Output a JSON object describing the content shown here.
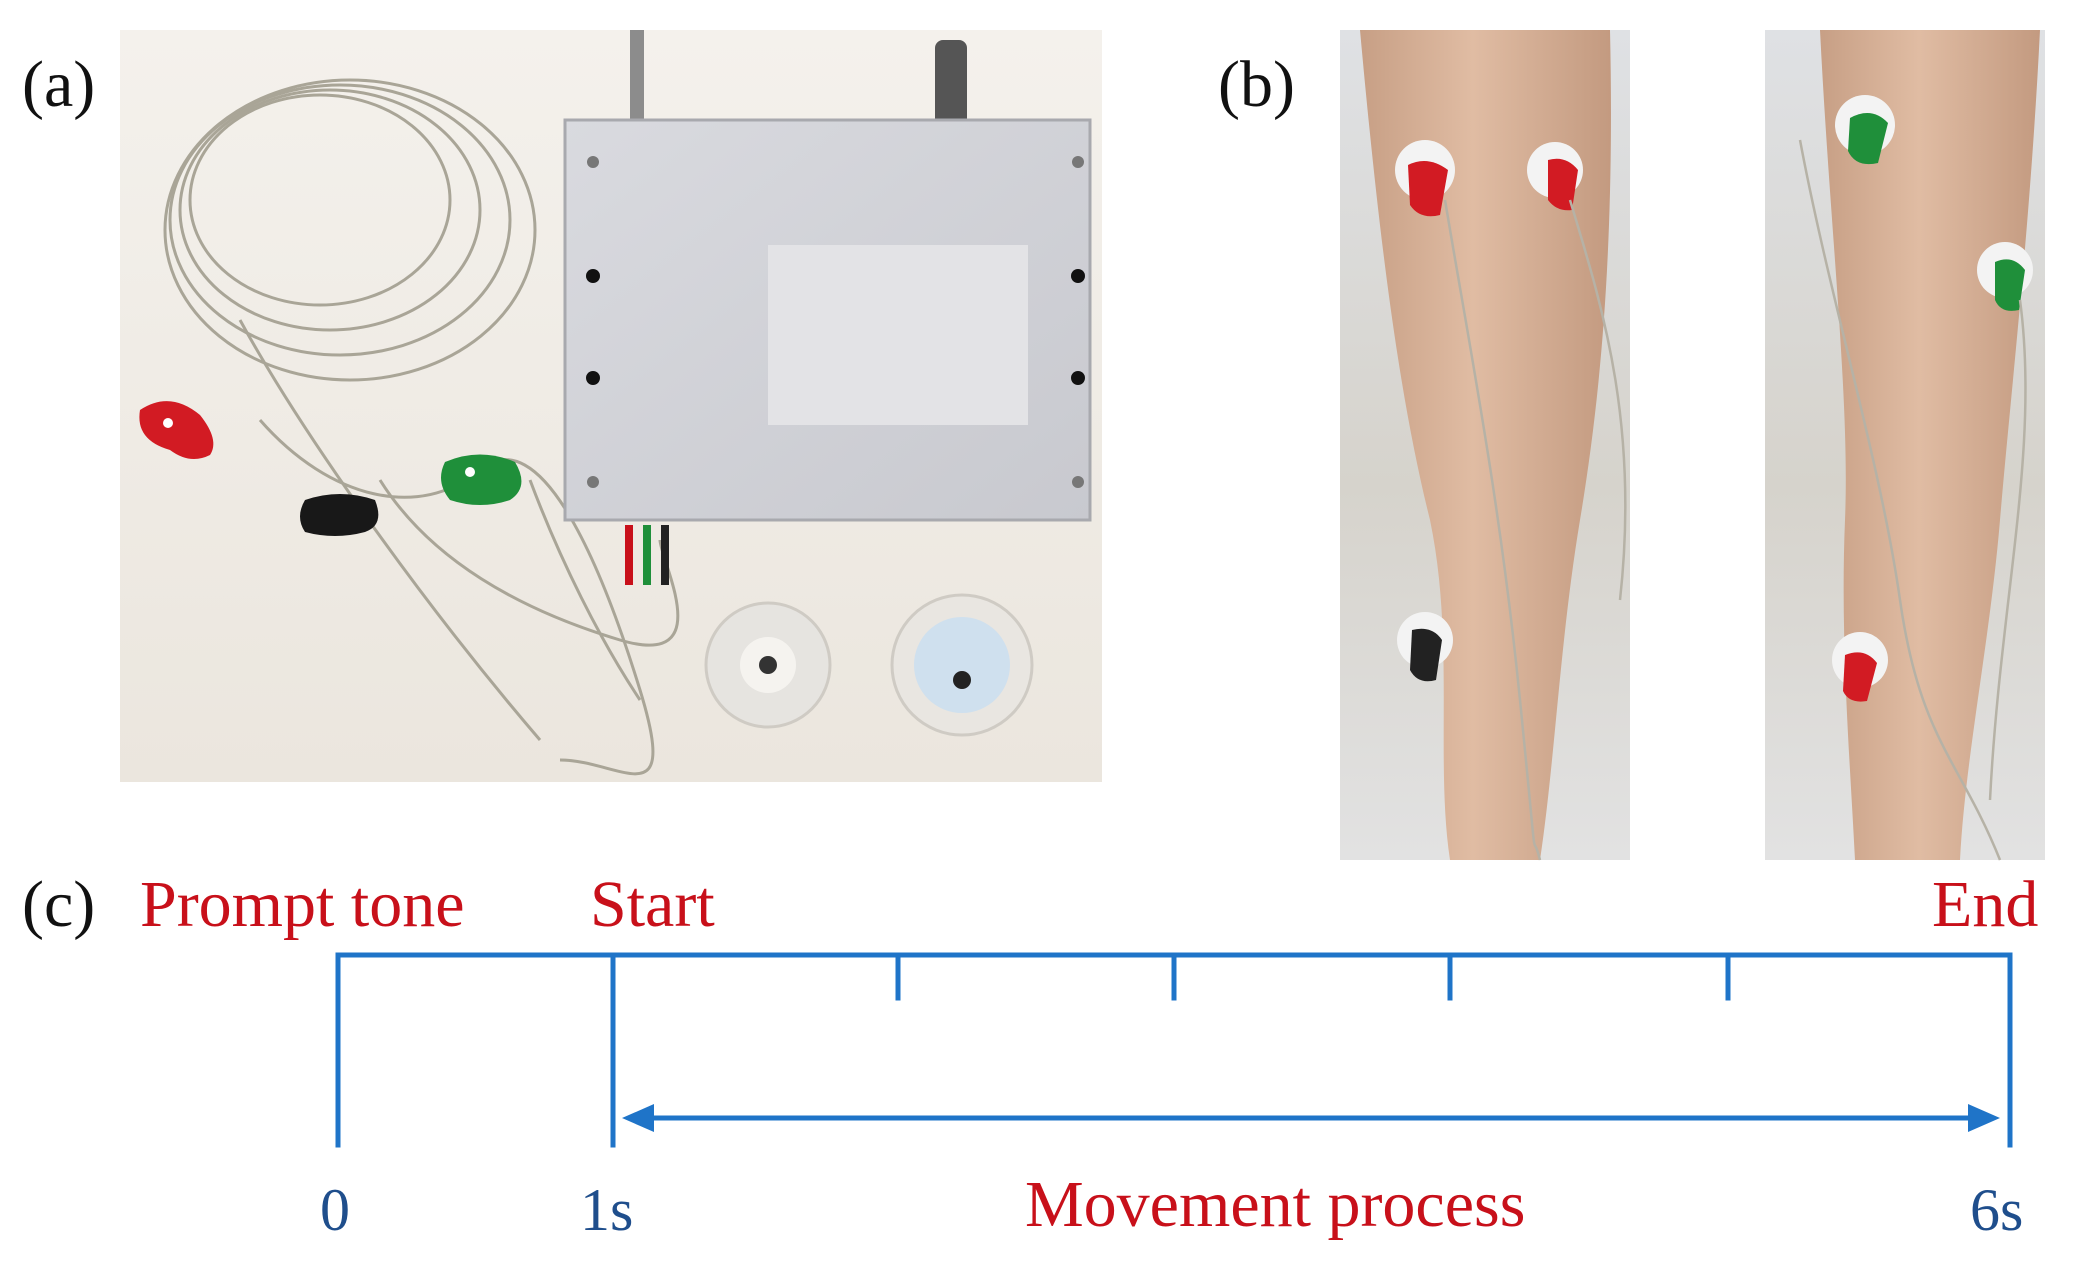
{
  "panels": {
    "a": {
      "label": "(a)"
    },
    "b": {
      "label": "(b)"
    },
    "c": {
      "label": "(c)"
    }
  },
  "timeline": {
    "prompt_label": "Prompt tone",
    "start_label": "Start",
    "end_label": "End",
    "movement_label": "Movement process",
    "ticks": [
      "0",
      "1s",
      "6s"
    ],
    "line_color": "#1f74c8",
    "text_color": "#c8101a"
  }
}
